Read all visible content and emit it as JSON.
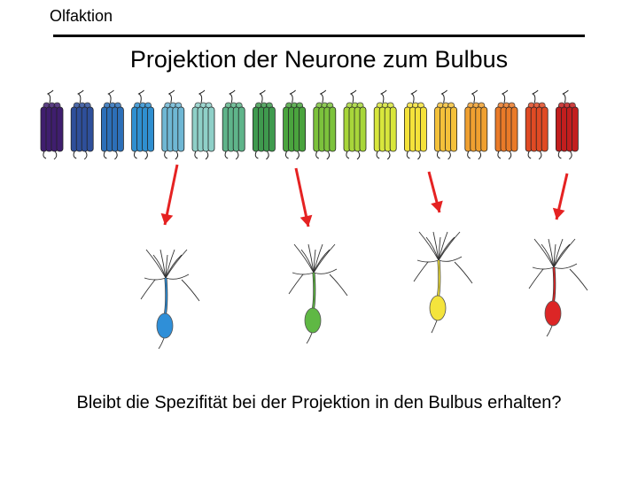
{
  "header": {
    "label": "Olfaktion"
  },
  "title": "Projektion der Neurone zum Bulbus",
  "question": "Bleibt die Spezifität bei der Projektion in den Bulbus erhalten?",
  "receptors": [
    {
      "color": "#3f1e6e"
    },
    {
      "color": "#2e4f9a"
    },
    {
      "color": "#2c6fb8"
    },
    {
      "color": "#2f8fd0"
    },
    {
      "color": "#6fb7d4"
    },
    {
      "color": "#8fd0c8"
    },
    {
      "color": "#5fb48a"
    },
    {
      "color": "#3f9a4e"
    },
    {
      "color": "#4aa43e"
    },
    {
      "color": "#7cc23c"
    },
    {
      "color": "#a8d63a"
    },
    {
      "color": "#d8e63c"
    },
    {
      "color": "#f4e23a"
    },
    {
      "color": "#f4c13a"
    },
    {
      "color": "#f0a030"
    },
    {
      "color": "#ea7a28"
    },
    {
      "color": "#e04a24"
    },
    {
      "color": "#c21e1e"
    }
  ],
  "arrow_color": "#e52222",
  "neurons": [
    {
      "color": "#2f8fd8"
    },
    {
      "color": "#5fb844"
    },
    {
      "color": "#f4e43c"
    },
    {
      "color": "#dc2626"
    }
  ]
}
